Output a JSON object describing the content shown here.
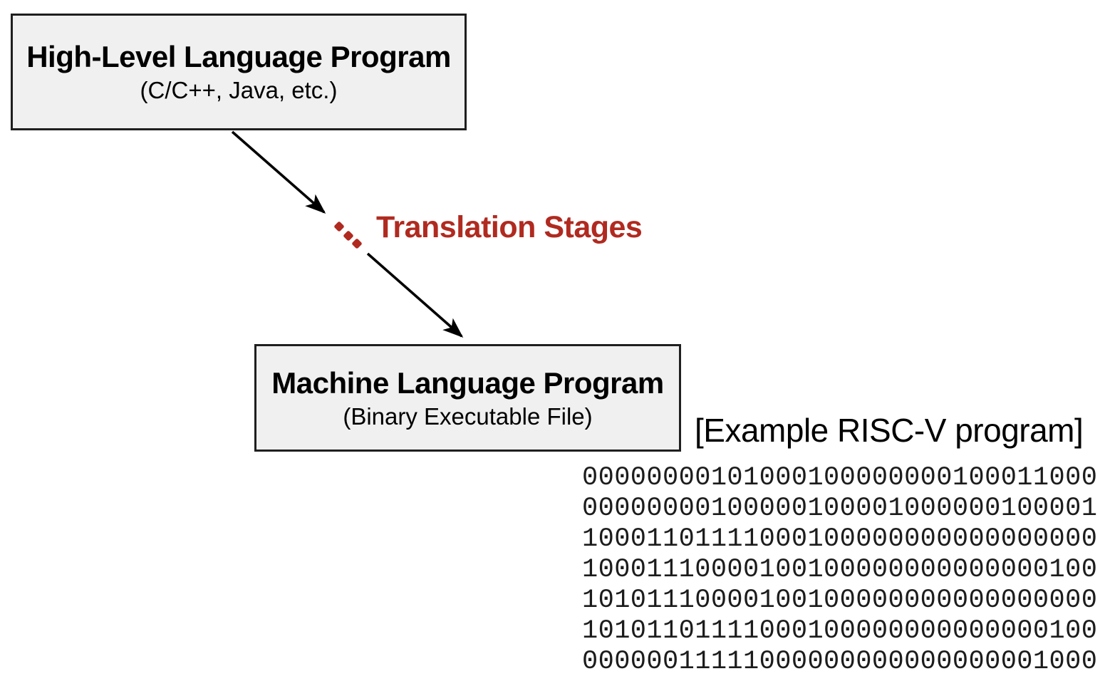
{
  "colors": {
    "accent_red": "#B02A20",
    "box_fill": "#F0F0F0",
    "box_border": "#1F1F1F",
    "arrow_color": "#000000",
    "binary_color": "#1C1C1C"
  },
  "boxes": {
    "high_level": {
      "title": "High-Level Language Program",
      "subtitle": "(C/C++, Java, etc.)"
    },
    "machine": {
      "title": "Machine Language Program",
      "subtitle": "(Binary Executable File)"
    }
  },
  "labels": {
    "translation_stages": "Translation Stages",
    "example_caption": "[Example RISC-V program]"
  },
  "icons": {
    "arrow_down_right": "diagonal-arrow",
    "ellipsis_dots": "three-red-dots"
  },
  "binary": {
    "lines": [
      "00000000101000100000000100011000",
      "00000000100000100001000000100001",
      "10001101111000100000000000000000",
      "10001110000100100000000000000100",
      "10101110000100100000000000000000",
      "10101101111000100000000000000100",
      "00000011111000000000000000001000"
    ]
  }
}
